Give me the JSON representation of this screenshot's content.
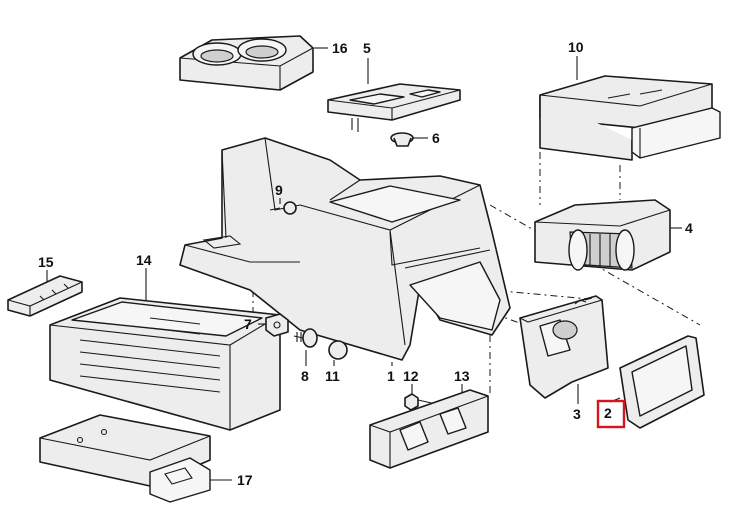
{
  "diagram": {
    "callouts": [
      {
        "id": "c1",
        "label": "1"
      },
      {
        "id": "c2",
        "label": "2",
        "highlighted": true
      },
      {
        "id": "c3",
        "label": "3"
      },
      {
        "id": "c4",
        "label": "4"
      },
      {
        "id": "c5",
        "label": "5"
      },
      {
        "id": "c6",
        "label": "6"
      },
      {
        "id": "c7",
        "label": "7"
      },
      {
        "id": "c8",
        "label": "8"
      },
      {
        "id": "c9",
        "label": "9"
      },
      {
        "id": "c10",
        "label": "10"
      },
      {
        "id": "c11",
        "label": "11"
      },
      {
        "id": "c12",
        "label": "12"
      },
      {
        "id": "c13",
        "label": "13"
      },
      {
        "id": "c14",
        "label": "14"
      },
      {
        "id": "c15",
        "label": "15"
      },
      {
        "id": "c16",
        "label": "16"
      },
      {
        "id": "c17",
        "label": "17"
      }
    ],
    "colors": {
      "line": "#1a1a1a",
      "fill": "#ededed",
      "highlight": "#d6141c"
    }
  }
}
